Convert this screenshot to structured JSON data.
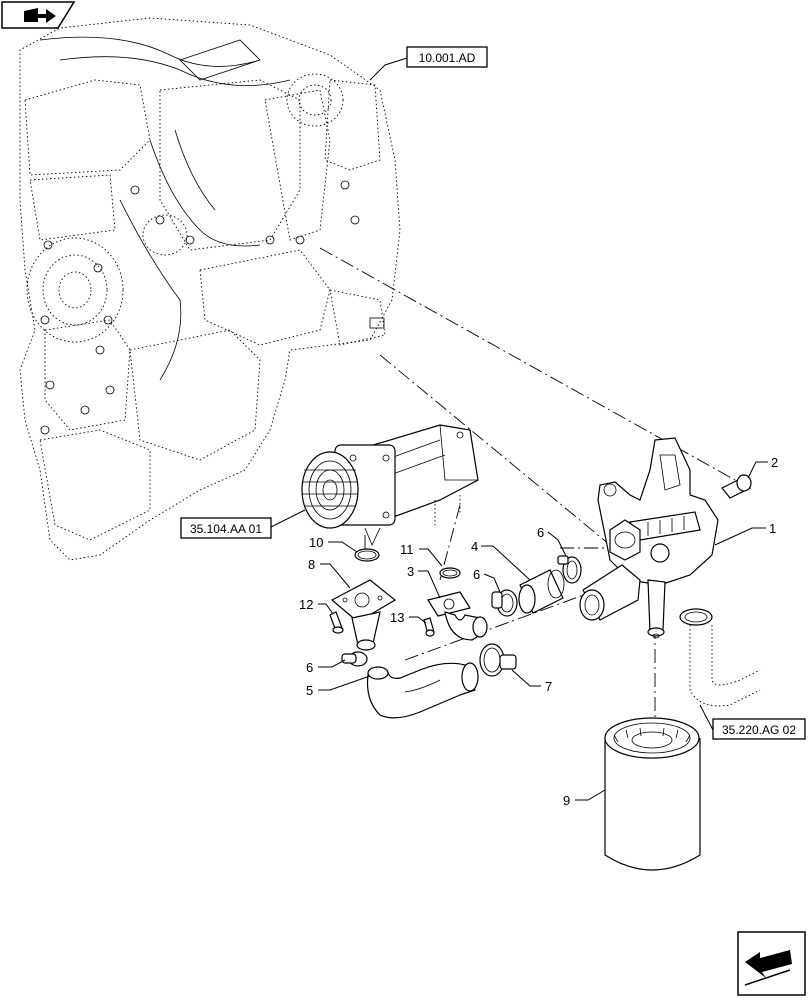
{
  "references": {
    "engine": "10.001.AD",
    "pump": "35.104.AA 01",
    "return_line": "35.220.AG 02"
  },
  "callouts": {
    "c1": "1",
    "c2": "2",
    "c3": "3",
    "c4": "4",
    "c5": "5",
    "c6a": "6",
    "c6b": "6",
    "c6c": "6",
    "c7": "7",
    "c8": "8",
    "c9": "9",
    "c10": "10",
    "c11": "11",
    "c12": "12",
    "c13": "13"
  },
  "icons": {
    "top_left": "book-arrow-icon",
    "bottom_right": "next-arrow-icon"
  }
}
